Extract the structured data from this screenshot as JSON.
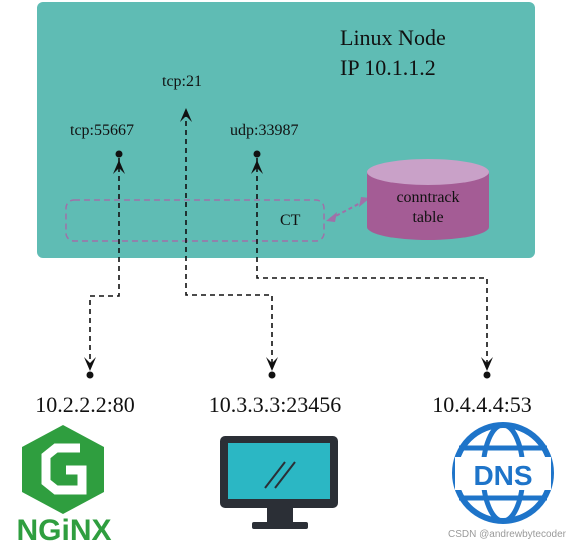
{
  "node": {
    "title": "Linux Node",
    "ip": "IP 10.1.1.2"
  },
  "ports": {
    "nginx": "tcp:55667",
    "ftp": "tcp:21",
    "dns": "udp:33987"
  },
  "ct": {
    "label": "CT",
    "table_line1": "conntrack",
    "table_line2": "table"
  },
  "endpoints": {
    "nginx": "10.2.2.2:80",
    "desktop": "10.3.3.3:23456",
    "dns": "10.4.4.4:53"
  },
  "icons": {
    "nginx_word": "NGiNX",
    "dns_word": "DNS"
  },
  "watermark": "CSDN @andrewbytecoder",
  "colors": {
    "node_bg": "#5fbcb4",
    "ct_border": "#a070a8",
    "cylinder_body": "#a45c95",
    "cylinder_top": "#c9a1c8",
    "nginx_green": "#2f9e3f",
    "dns_blue": "#1e74c9",
    "screen_teal": "#2bb7c4"
  }
}
